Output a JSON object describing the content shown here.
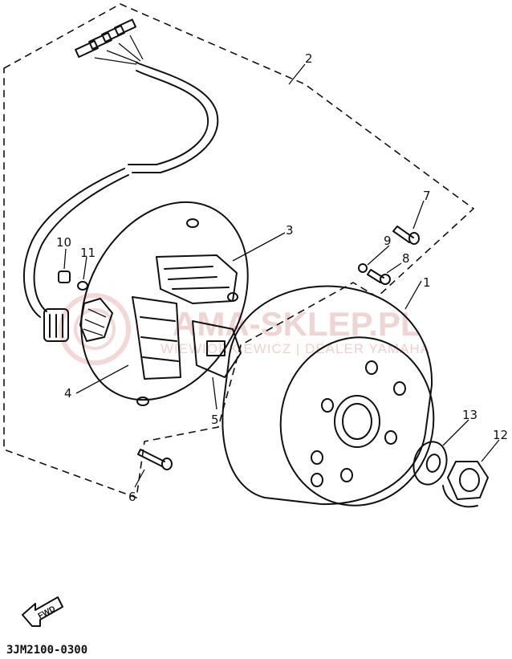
{
  "diagram_code": "3JM2100-0300",
  "fwd_label": "FWD",
  "watermark": {
    "main": "AMA-SKLEP.PL",
    "sub": "WIEWIÓRKIEWICZ | DEALER YAMAHA"
  },
  "part_labels": {
    "p1": "1",
    "p2": "2",
    "p3": "3",
    "p4": "4",
    "p5": "5",
    "p6": "6",
    "p7": "7",
    "p8": "8",
    "p9": "9",
    "p10": "10",
    "p11": "11",
    "p12": "12",
    "p13": "13"
  }
}
